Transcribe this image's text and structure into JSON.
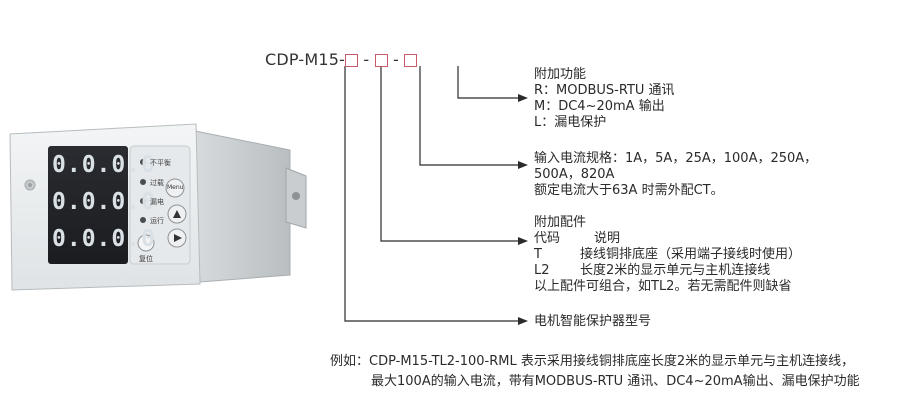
{
  "model": {
    "prefix": "CDP-M15-",
    "dash1": "-",
    "dash2": "-"
  },
  "device": {
    "display_rows": [
      "0.0.0.0",
      "0.0.0.0",
      "0.0.0.0"
    ],
    "led_labels": [
      "不平衡",
      "过载",
      "漏电",
      "运行"
    ],
    "menu_button": "Menu",
    "reset_label": "复位"
  },
  "annotations": {
    "functions": {
      "title": "附加功能",
      "lines": [
        "R：MODBUS-RTU 通讯",
        "M：DC4~20mA 输出",
        "L：漏电保护"
      ]
    },
    "current": {
      "lines": [
        "输入电流规格：1A，5A，25A，100A，250A，",
        "500A，820A",
        "额定电流大于63A 时需外配CT。"
      ]
    },
    "accessories": {
      "title": "附加配件",
      "header_code": "代码",
      "header_desc": "说明",
      "rows": [
        {
          "code": "T",
          "desc": "接线铜排底座（采用端子接线时使用）"
        },
        {
          "code": "L2",
          "desc": "长度2米的显示单元与主机连接线"
        }
      ],
      "note": "以上配件可组合，如TL2。若无需配件则缺省"
    },
    "model_label": "电机智能保护器型号"
  },
  "example": {
    "line1": "例如：CDP-M15-TL2-100-RML 表示采用接线铜排底座长度2米的显示单元与主机连接线，",
    "line2": "最大100A的输入电流，带有MODBUS-RTU 通讯、DC4~20mA输出、漏电保护功能"
  },
  "colors": {
    "line": "#2b2b2b",
    "slot_border": "#c85a6a",
    "panel": "#e9ecef",
    "display": "#23252a"
  }
}
